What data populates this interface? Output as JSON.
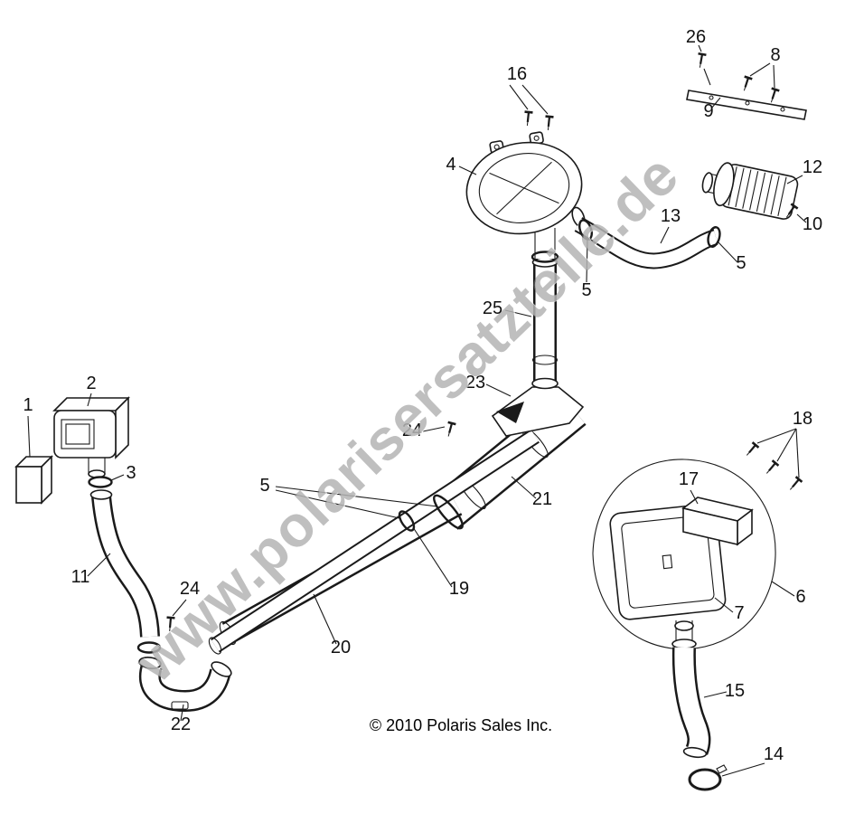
{
  "watermark": "www.polarisersatzteile.de",
  "copyright": "© 2010 Polaris Sales Inc.",
  "callouts": {
    "n1": "1",
    "n2": "2",
    "n3": "3",
    "n4": "4",
    "n5": "5",
    "n6": "6",
    "n7": "7",
    "n8": "8",
    "n9": "9",
    "n10": "10",
    "n11": "11",
    "n12": "12",
    "n13": "13",
    "n14": "14",
    "n15": "15",
    "n16": "16",
    "n17": "17",
    "n18": "18",
    "n19": "19",
    "n20": "20",
    "n21": "21",
    "n22": "22",
    "n23": "23",
    "n24": "24",
    "n25": "25",
    "n26": "26"
  }
}
